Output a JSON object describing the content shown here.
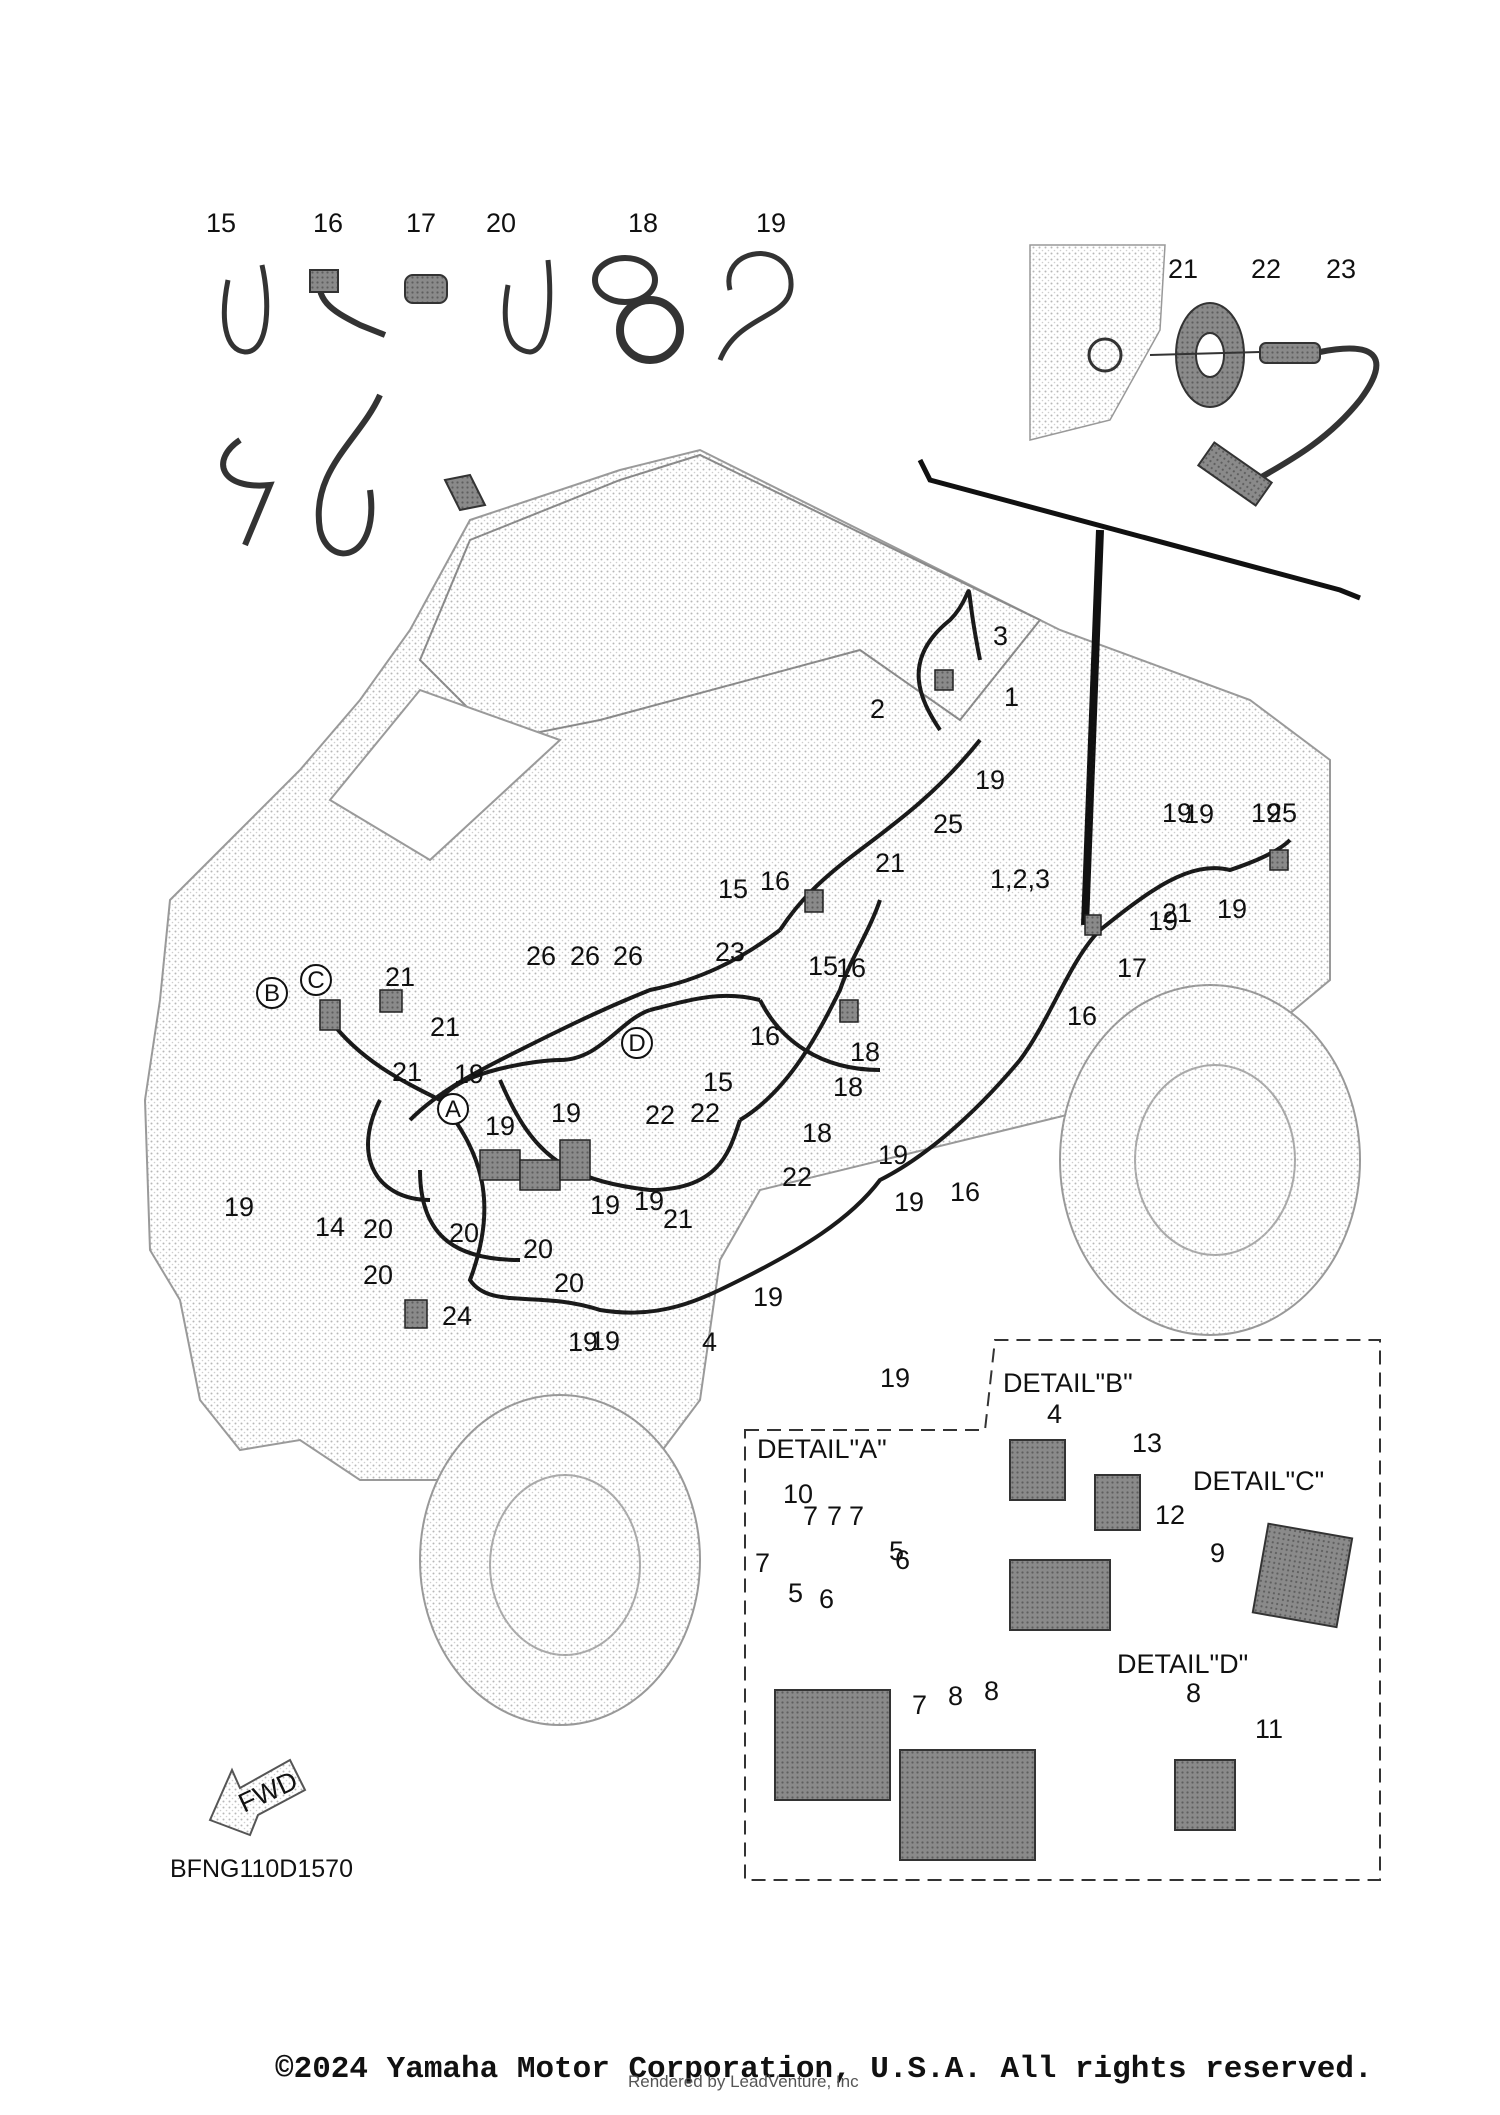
{
  "diagram": {
    "drawing_code": "BFNG110D1570",
    "copyright": "©2024 Yamaha Motor Corporation, U.S.A. All rights reserved.",
    "render_credit": "Rendered by LeadVenture, Inc",
    "fwd_label": "FWD",
    "detail_titles": {
      "a": "DETAIL\"A\"",
      "b": "DETAIL\"B\"",
      "c": "DETAIL\"C\"",
      "d": "DETAIL\"D\""
    },
    "detail_letters": [
      "A",
      "B",
      "C",
      "D"
    ],
    "callouts": [
      "15",
      "16",
      "17",
      "20",
      "18",
      "19",
      "21",
      "22",
      "23",
      "3",
      "2",
      "1",
      "19",
      "25",
      "21",
      "19",
      "19",
      "19",
      "21",
      "25",
      "19",
      "19",
      "1,2,3",
      "17",
      "16",
      "15",
      "16",
      "23",
      "15",
      "16",
      "18",
      "18",
      "18",
      "15",
      "22",
      "22",
      "16",
      "19",
      "19",
      "16",
      "21",
      "26",
      "26",
      "26",
      "21",
      "19",
      "21",
      "19",
      "19",
      "19",
      "21",
      "19",
      "22",
      "19",
      "14",
      "20",
      "20",
      "20",
      "20",
      "20",
      "24",
      "19",
      "19",
      "4",
      "19",
      "19",
      "4",
      "13",
      "12",
      "9",
      "10",
      "7",
      "7",
      "7",
      "7",
      "5",
      "6",
      "5",
      "6",
      "7",
      "8",
      "8",
      "8",
      "11",
      "11"
    ]
  }
}
